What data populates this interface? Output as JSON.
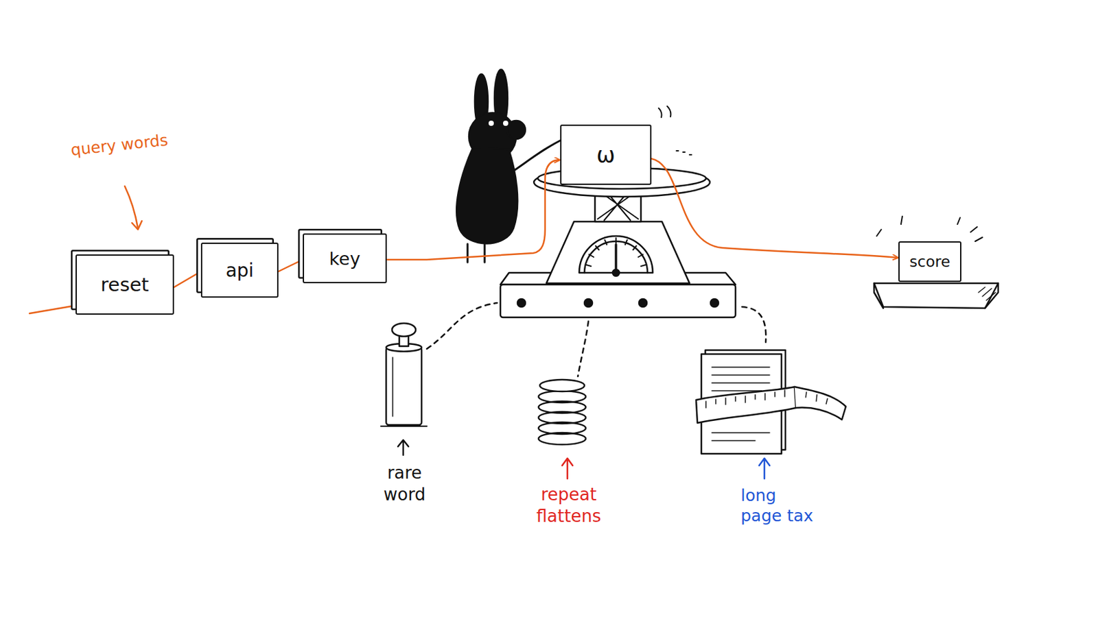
{
  "diagram": {
    "nodes": [
      {
        "text": [
          "reset"
        ]
      },
      {
        "text": [
          "api"
        ]
      },
      {
        "text": [
          "key"
        ]
      },
      {
        "text": [
          "ω"
        ]
      },
      {
        "text": [
          "score"
        ]
      }
    ],
    "edges": [
      {
        "from": 0,
        "to": 1,
        "arrow": "none"
      },
      {
        "from": 1,
        "to": 2,
        "arrow": "none"
      },
      {
        "from": 2,
        "to": 3,
        "arrow": "to"
      },
      {
        "from": 3,
        "to": 4,
        "arrow": "to"
      }
    ],
    "labels": [
      "query words",
      "rare word",
      "repeat flattens",
      "long page tax"
    ]
  }
}
